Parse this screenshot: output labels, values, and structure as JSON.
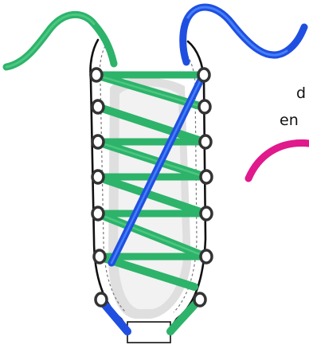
{
  "texts": {
    "partial_word_1": "d",
    "partial_word_2": "en"
  },
  "colors": {
    "green_lace": "#2db36a",
    "green_lace_highlight": "#5ad08e",
    "blue_lace": "#1f4fe0",
    "blue_lace_highlight": "#4f8cff",
    "magenta_lace": "#e0198c",
    "eyelet_metal": "#333333",
    "shoe_outline": "#111111",
    "shoe_shadow": "#cfcfcf"
  },
  "eyelet_rows": 7,
  "icons": [
    "shoe-outline",
    "eyelet",
    "lace"
  ]
}
